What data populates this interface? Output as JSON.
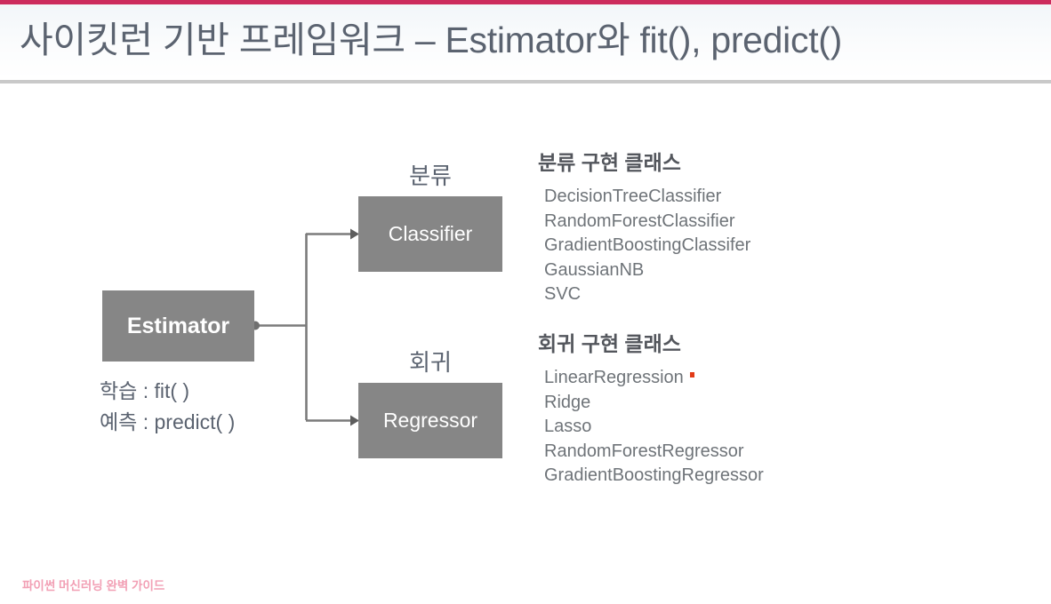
{
  "slide": {
    "title": "사이킷런 기반 프레임워크 – Estimator와 fit(), predict()",
    "accent_color": "#cc2b5d",
    "divider_color": "#c9c9c9",
    "box_color": "#868686",
    "text_color": "#5b6370",
    "footer": "파이썬 머신러닝 완벽 가이드",
    "footer_color": "#f2a0b5"
  },
  "diagram": {
    "root": {
      "label": "Estimator"
    },
    "branches": [
      {
        "tag": "분류",
        "label": "Classifier"
      },
      {
        "tag": "회귀",
        "label": "Regressor"
      }
    ],
    "methods": [
      "학습 : fit( )",
      "예측 : predict( )"
    ]
  },
  "lists": [
    {
      "id": "classification",
      "heading": "분류 구현 클래스",
      "items": [
        "DecisionTreeClassifier",
        "RandomForestClassifier",
        "GradientBoostingClassifer",
        "GaussianNB",
        "SVC"
      ]
    },
    {
      "id": "regression",
      "heading": "회귀 구현 클래스",
      "items": [
        "LinearRegression",
        "Ridge",
        "Lasso",
        "RandomForestRegressor",
        "GradientBoostingRegressor"
      ]
    }
  ],
  "marks": {
    "red_dot_color": "#e23b18"
  }
}
